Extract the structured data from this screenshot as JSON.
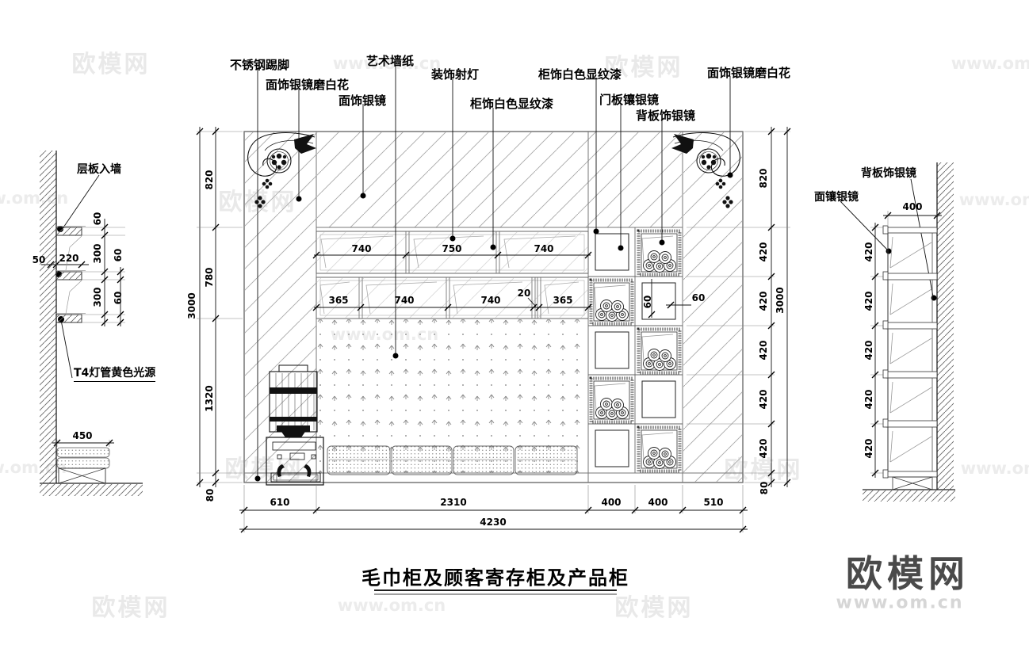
{
  "title": "毛巾柜及顾客寄存柜及产品柜",
  "watermark": {
    "brand": "欧模网",
    "site": "www.om.cn"
  },
  "logo": {
    "brand": "欧模网",
    "site": "www.om.cn"
  },
  "annotations": {
    "top": [
      "不锈钢踢脚",
      "面饰银镜磨白花",
      "面饰银镜",
      "艺术墙纸",
      "装饰射灯",
      "柜饰白色显纹漆",
      "柜饰白色显纹漆",
      "门板镶银镜",
      "背板饰银镜",
      "面饰银镜磨白花"
    ],
    "left_detail": {
      "shelf": "层板入墙",
      "lamp": "T4灯管黄色光源"
    },
    "right_detail": {
      "back": "背板饰银镜",
      "face": "面镶银镜"
    }
  },
  "dims": {
    "left_detail": {
      "d50": "50",
      "d220": "220",
      "d60a": "60",
      "d300a": "300",
      "d300b": "300",
      "d60b": "60",
      "d60c": "60",
      "d450": "450"
    },
    "elev_left": [
      "820",
      "780",
      "1320",
      "80"
    ],
    "elev_left_total": "3000",
    "elev_right": [
      "820",
      "420",
      "420",
      "420",
      "420",
      "420",
      "80"
    ],
    "elev_right_total": "3000",
    "bottom": [
      "610",
      "2310",
      "400",
      "400",
      "510"
    ],
    "bottom_total": "4230",
    "shelf_row1": [
      "740",
      "750",
      "740"
    ],
    "shelf_row2": [
      "365",
      "740",
      "740",
      "20",
      "365"
    ],
    "cabinet": [
      "60",
      "60"
    ],
    "right_detail": {
      "width": "400",
      "cells": [
        "420",
        "420",
        "420",
        "420",
        "420"
      ]
    }
  }
}
